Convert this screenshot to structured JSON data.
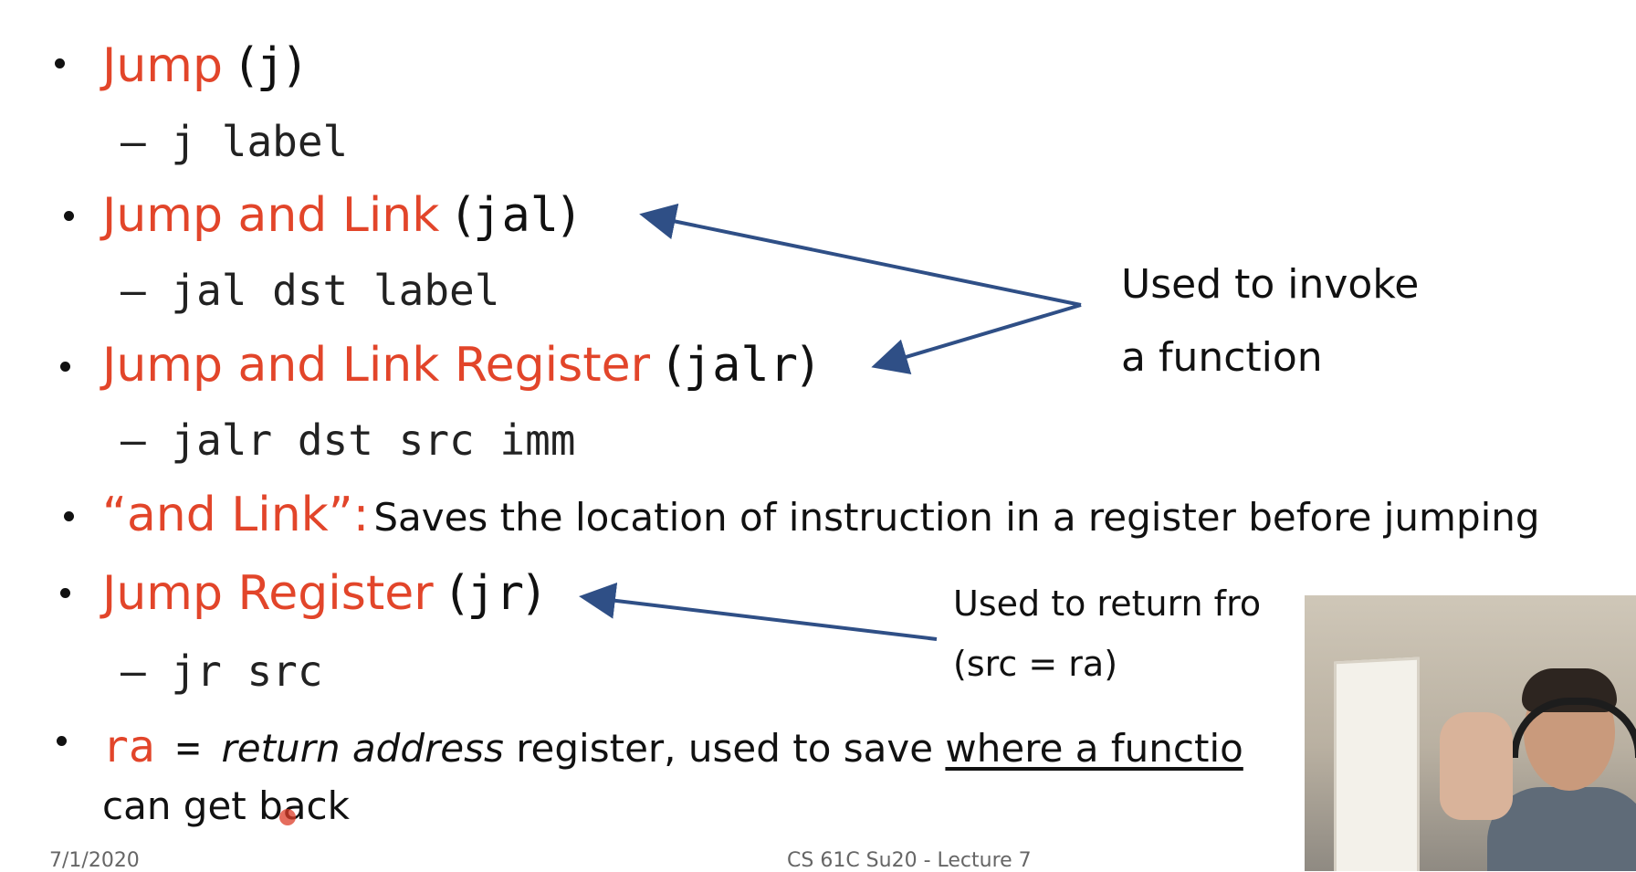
{
  "slide": {
    "items": [
      {
        "term": "Jump",
        "code": "j",
        "sub": "– j label"
      },
      {
        "term": "Jump and Link",
        "code": "jal",
        "sub": "– jal dst label"
      },
      {
        "term": "Jump and Link Register",
        "code": "jalr",
        "sub": "– jalr dst src imm"
      },
      {
        "term": "“and Link”:",
        "desc": "Saves the location of instruction in a register before jumping"
      },
      {
        "term": "Jump Register",
        "code": "jr",
        "sub": "– jr src"
      },
      {
        "code": "ra",
        "equals": "=",
        "desc_italic": "return address",
        "desc_plain": " register, used to save ",
        "desc_underline": "where a functio",
        "desc_cont": "can get back"
      }
    ],
    "notes": {
      "invoke_line1": "Used to invoke",
      "invoke_line2": "a function",
      "return_line1": "Used to return fro",
      "return_line2": "(src = ra)"
    },
    "footer": {
      "date": "7/1/2020",
      "course": "CS 61C Su20 - Lecture 7"
    }
  },
  "colors": {
    "accent": "#e2452a",
    "arrow": "#2f4f86"
  }
}
